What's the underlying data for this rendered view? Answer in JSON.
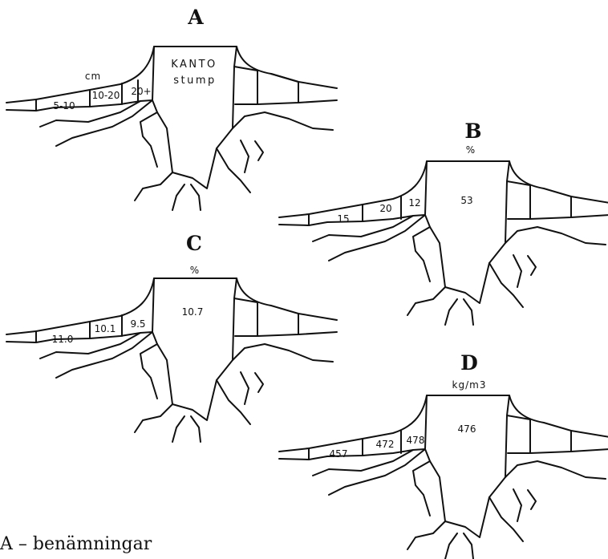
{
  "panels": {
    "a": {
      "letter": "A",
      "unit": "cm",
      "stump_line1": "KANTO",
      "stump_line2": "stump",
      "values": [
        "5-10",
        "10-20",
        "20+"
      ]
    },
    "b": {
      "letter": "B",
      "unit": "%",
      "stump_value": "53",
      "values": [
        "15",
        "20",
        "12"
      ]
    },
    "c": {
      "letter": "C",
      "unit": "%",
      "stump_value": "10.7",
      "values": [
        "11.0",
        "10.1",
        "9.5"
      ]
    },
    "d": {
      "letter": "D",
      "unit": "kg/m3",
      "stump_value": "476",
      "values": [
        "457",
        "472",
        "478"
      ]
    }
  },
  "caption": "A – benämningar"
}
